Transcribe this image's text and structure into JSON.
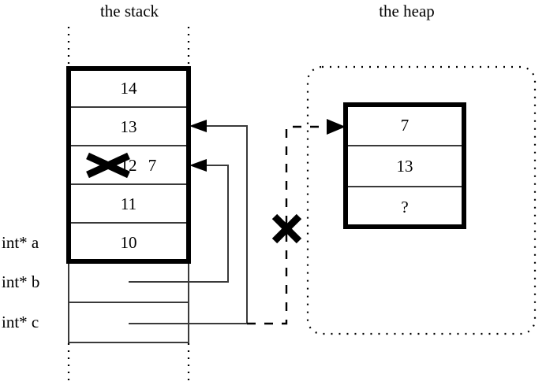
{
  "titles": {
    "stack": "the stack",
    "heap": "the heap"
  },
  "stack": {
    "active_cells": [
      {
        "value": "14"
      },
      {
        "value": "13"
      },
      {
        "value": "12",
        "struck": true,
        "replacement": "7"
      },
      {
        "value": "11"
      },
      {
        "value": "10"
      }
    ],
    "pointer_cells": [
      {
        "value": ""
      },
      {
        "value": ""
      }
    ],
    "labels": [
      {
        "text": "int* a"
      },
      {
        "text": "int* b"
      },
      {
        "text": "int* c"
      }
    ]
  },
  "heap": {
    "cells": [
      {
        "value": "7"
      },
      {
        "value": "13"
      },
      {
        "value": "?"
      }
    ]
  },
  "marks": {
    "invalid_pointer_x": "×",
    "struck_value_x": "×"
  },
  "colors": {
    "stroke": "#000000",
    "thin_stroke": "#3a3a3a",
    "background": "#ffffff"
  }
}
